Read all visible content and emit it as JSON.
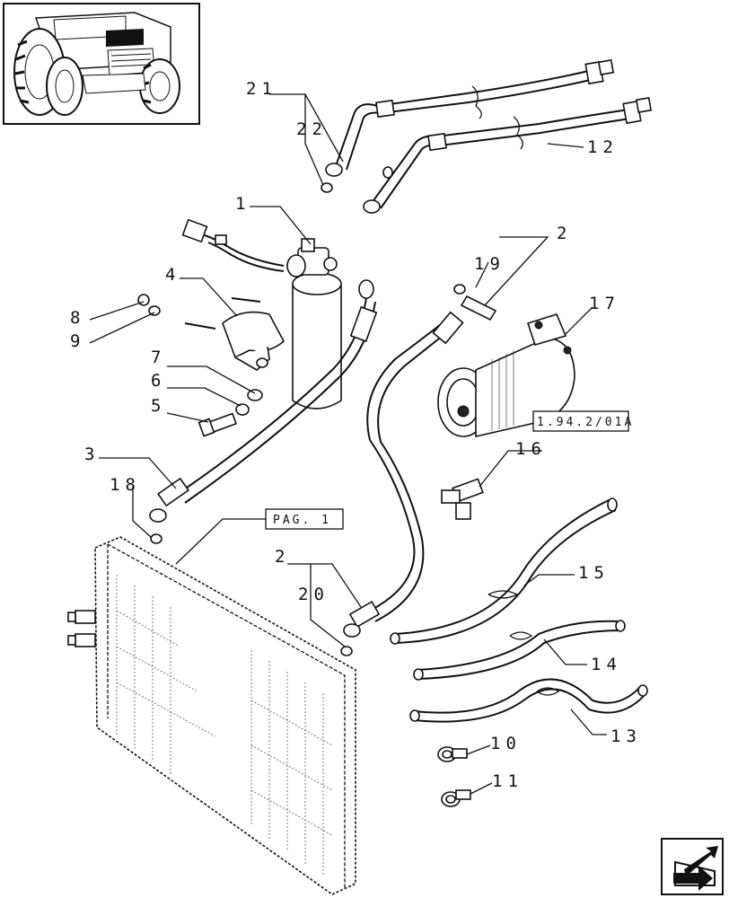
{
  "callouts": [
    {
      "id": "c1",
      "text": "1"
    },
    {
      "id": "c2a",
      "text": "2"
    },
    {
      "id": "c2b",
      "text": "2"
    },
    {
      "id": "c3",
      "text": "3"
    },
    {
      "id": "c4",
      "text": "4"
    },
    {
      "id": "c5",
      "text": "5"
    },
    {
      "id": "c6",
      "text": "6"
    },
    {
      "id": "c7",
      "text": "7"
    },
    {
      "id": "c8",
      "text": "8"
    },
    {
      "id": "c9",
      "text": "9"
    },
    {
      "id": "c10",
      "text": "10"
    },
    {
      "id": "c11",
      "text": "11"
    },
    {
      "id": "c12",
      "text": "12"
    },
    {
      "id": "c13",
      "text": "13"
    },
    {
      "id": "c14",
      "text": "14"
    },
    {
      "id": "c15",
      "text": "15"
    },
    {
      "id": "c16",
      "text": "16"
    },
    {
      "id": "c17",
      "text": "17"
    },
    {
      "id": "c18",
      "text": "18"
    },
    {
      "id": "c19",
      "text": "19"
    },
    {
      "id": "c20",
      "text": "20"
    },
    {
      "id": "c21",
      "text": "21"
    },
    {
      "id": "c22",
      "text": "22"
    }
  ],
  "references": {
    "pag": "PAG. 1",
    "compressor_ref": "1.94.2/01A"
  },
  "icons": {
    "thumbnail": "tractor-thumbnail-icon",
    "navigation": "next-page-arrow-icon"
  }
}
